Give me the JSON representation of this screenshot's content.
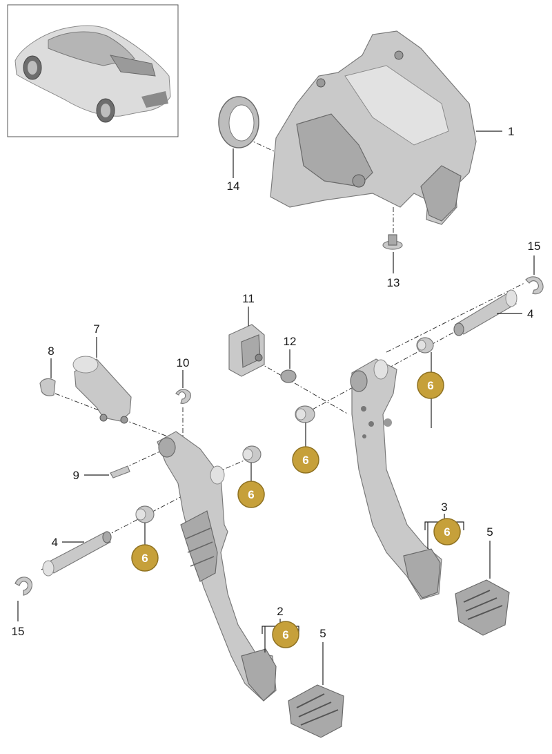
{
  "callouts": {
    "c1": "1",
    "c2": "2",
    "c3": "3",
    "c4a": "4",
    "c4b": "4",
    "c5a": "5",
    "c5b": "5",
    "c7": "7",
    "c8": "8",
    "c9": "9",
    "c10": "10",
    "c11": "11",
    "c12": "12",
    "c13": "13",
    "c14": "14",
    "c15a": "15",
    "c15b": "15"
  },
  "badges": {
    "b1": "6",
    "b2": "6",
    "b3": "6",
    "b4": "6",
    "b5": "6",
    "b6": "6"
  },
  "colors": {
    "badge_fill": "#c6a03a",
    "badge_stroke": "#8f7222",
    "part_fill": "#c9c9c9"
  }
}
